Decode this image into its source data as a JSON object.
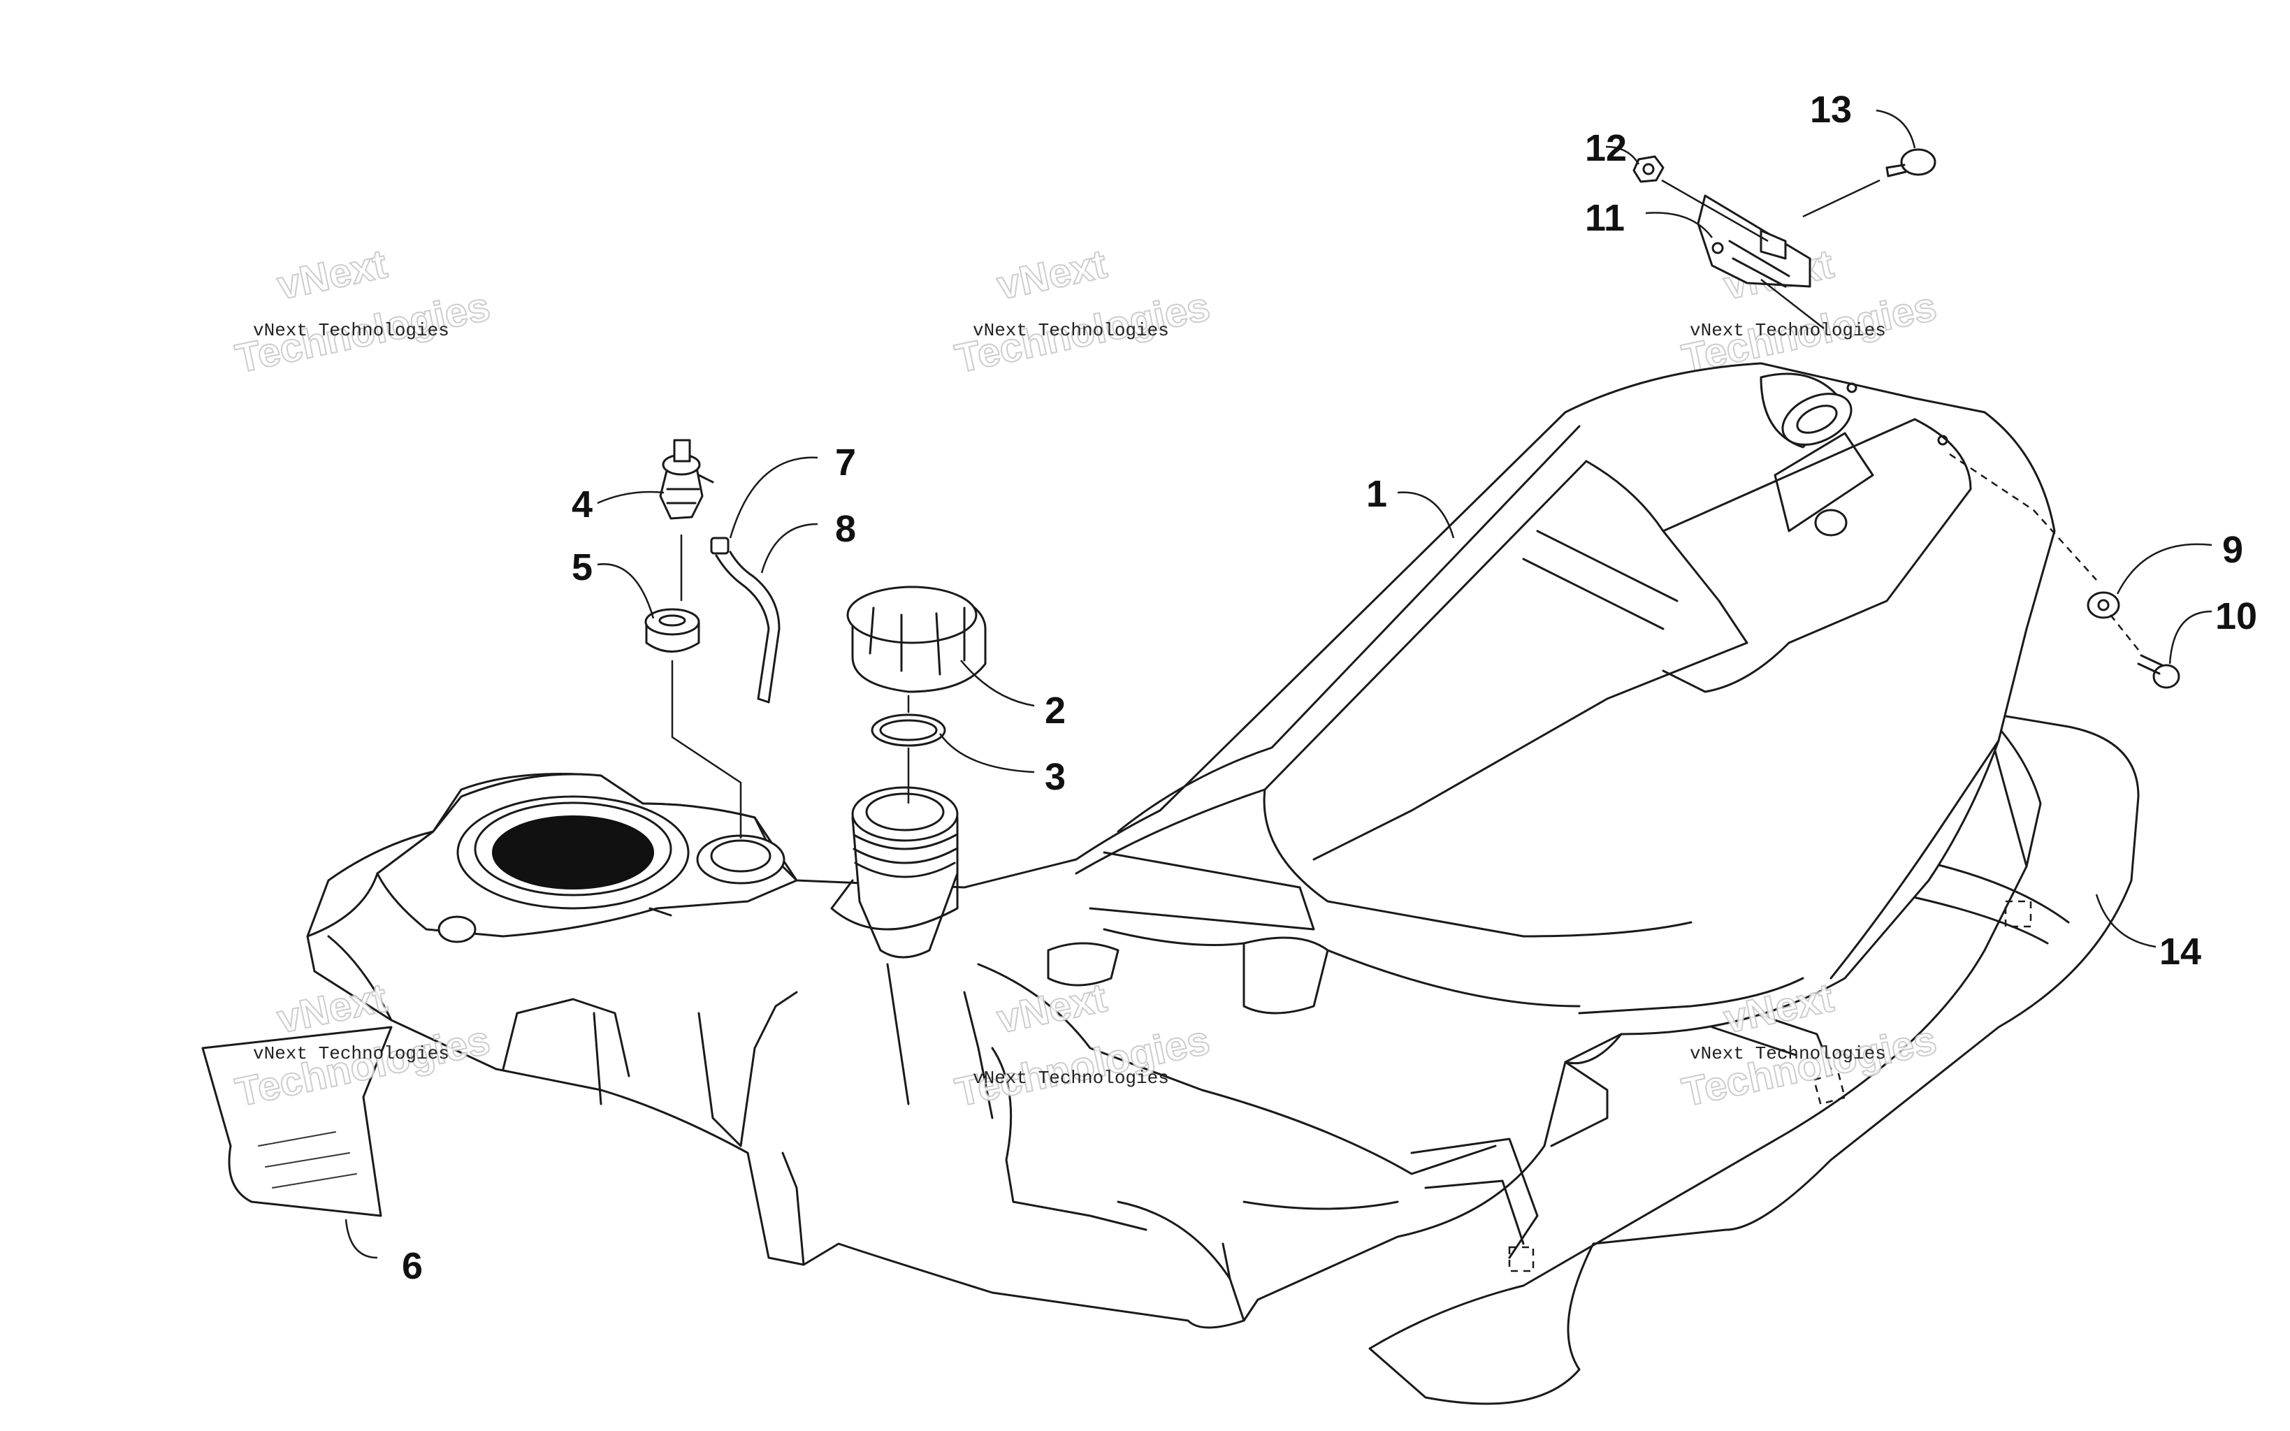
{
  "callouts": [
    "1",
    "2",
    "3",
    "4",
    "5",
    "6",
    "7",
    "8",
    "9",
    "10",
    "11",
    "12",
    "13",
    "14"
  ],
  "watermark": {
    "line": "vNext Technologies",
    "word1": "vNext",
    "word2": "Technologies"
  }
}
